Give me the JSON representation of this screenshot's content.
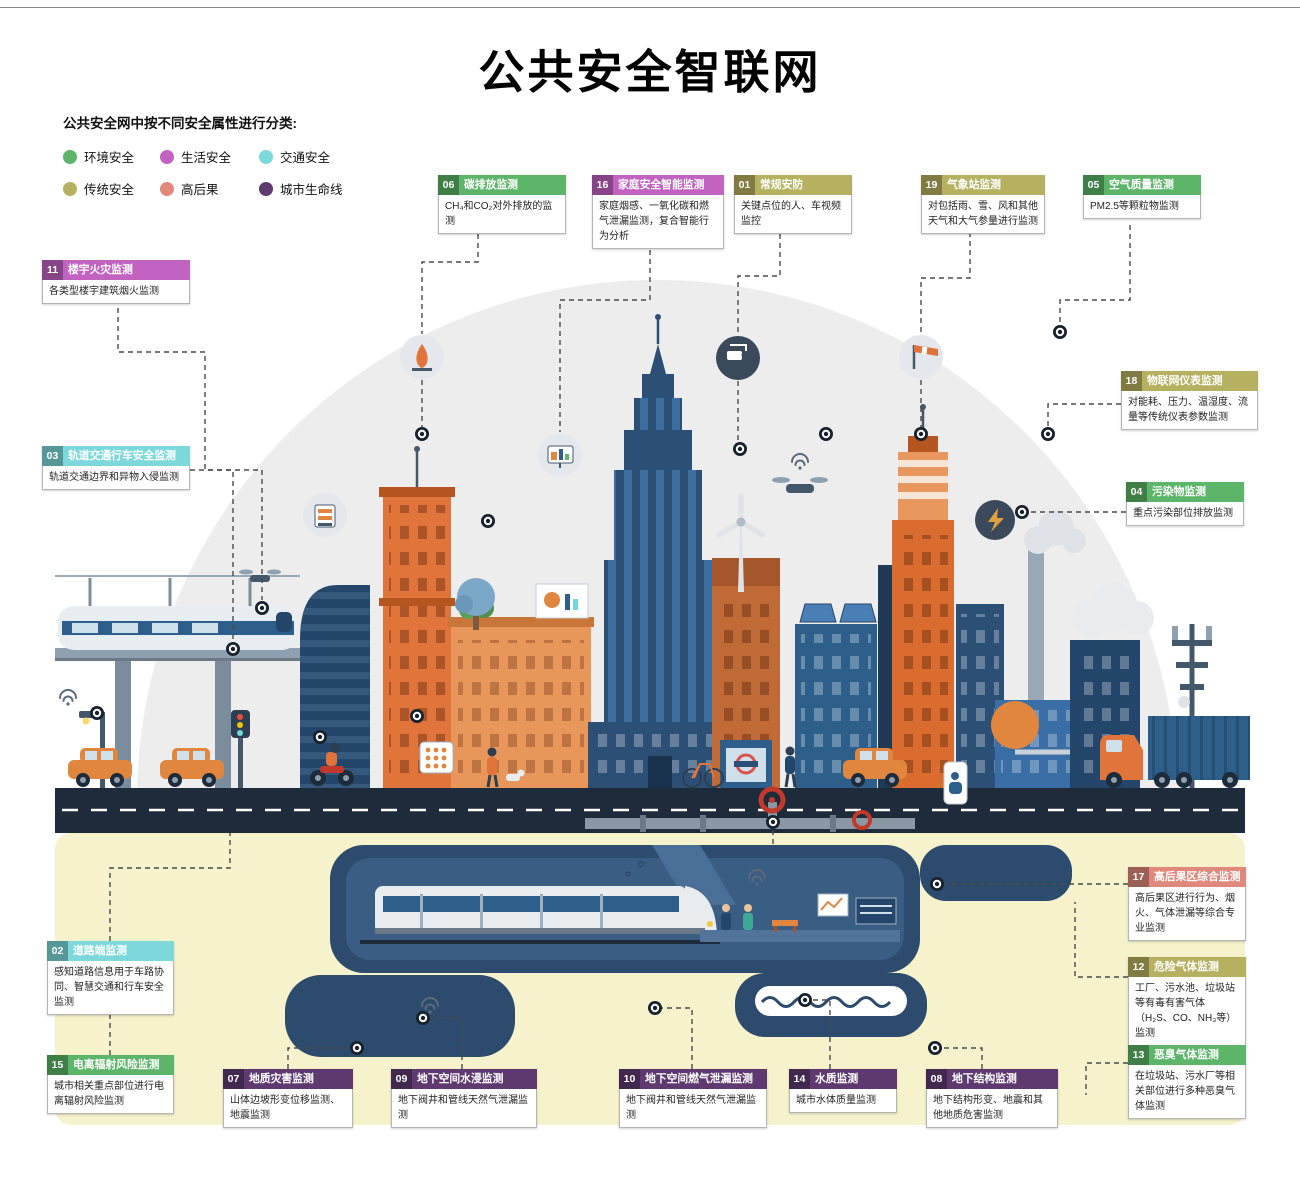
{
  "page": {
    "title": "公共安全智联网",
    "subtitle": "公共安全网中按不同安全属性进行分类:"
  },
  "legend": {
    "items": [
      {
        "label": "环境安全",
        "color": "#5cb568"
      },
      {
        "label": "生活安全",
        "color": "#c263c2"
      },
      {
        "label": "交通安全",
        "color": "#7cd8da"
      },
      {
        "label": "传统安全",
        "color": "#b6b161"
      },
      {
        "label": "高后果",
        "color": "#e0887b"
      },
      {
        "label": "城市生命线",
        "color": "#5e3a70"
      }
    ]
  },
  "callouts": {
    "c01": {
      "num": "01",
      "title": "常规安防",
      "body": "关键点位的人、车视频监控",
      "color": "#b6b161"
    },
    "c02": {
      "num": "02",
      "title": "道路端监测",
      "body": "感知道路信息用于车路协同、智慧交通和行车安全监测",
      "color": "#7cd8da"
    },
    "c03": {
      "num": "03",
      "title": "轨道交通行车安全监测",
      "body": "轨道交通边界和异物入侵监测",
      "color": "#7cd8da"
    },
    "c04": {
      "num": "04",
      "title": "污染物监测",
      "body": "重点污染部位排放监测",
      "color": "#5cb568"
    },
    "c05": {
      "num": "05",
      "title": "空气质量监测",
      "body": "PM2.5等颗粒物监测",
      "color": "#5cb568"
    },
    "c06": {
      "num": "06",
      "title": "碳排放监测",
      "body": "CH₄和CO₂对外排放的监测",
      "color": "#5cb568"
    },
    "c07": {
      "num": "07",
      "title": "地质灾害监测",
      "body": "山体边坡形变位移监测、地震监测",
      "color": "#5e3a70"
    },
    "c08": {
      "num": "08",
      "title": "地下结构监测",
      "body": "地下结构形变、地震和其他地质危害监测",
      "color": "#5e3a70"
    },
    "c09": {
      "num": "09",
      "title": "地下空间水浸监测",
      "body": "地下阀井和管线天然气泄漏监测",
      "color": "#5e3a70"
    },
    "c10": {
      "num": "10",
      "title": "地下空间燃气泄漏监测",
      "body": "地下阀井和管线天然气泄漏监测",
      "color": "#5e3a70"
    },
    "c11": {
      "num": "11",
      "title": "楼宇火灾监测",
      "body": "各类型楼宇建筑烟火监测",
      "color": "#c263c2"
    },
    "c12": {
      "num": "12",
      "title": "危险气体监测",
      "body": "工厂、污水池、垃圾站等有毒有害气体（H₂S、CO、NH₃等）监测",
      "color": "#b6b161"
    },
    "c13": {
      "num": "13",
      "title": "恶臭气体监测",
      "body": "在垃圾站、污水厂等相关部位进行多种恶臭气体监测",
      "color": "#5cb568"
    },
    "c14": {
      "num": "14",
      "title": "水质监测",
      "body": "城市水体质量监测",
      "color": "#5e3a70"
    },
    "c15": {
      "num": "15",
      "title": "电离辐射风险监测",
      "body": "城市相关重点部位进行电离辐射风险监测",
      "color": "#5cb568"
    },
    "c16": {
      "num": "16",
      "title": "家庭安全智能监测",
      "body": "家庭烟感、一氧化碳和燃气泄漏监测，复合智能行为分析",
      "color": "#c263c2"
    },
    "c17": {
      "num": "17",
      "title": "高后果区综合监测",
      "body": "高后果区进行行为、烟火、气体泄漏等综合专业监测",
      "color": "#e0887b"
    },
    "c18": {
      "num": "18",
      "title": "物联网仪表监测",
      "body": "对能耗、压力、温湿度、流量等传统仪表参数监测",
      "color": "#b6b161"
    },
    "c19": {
      "num": "19",
      "title": "气象站监测",
      "body": "对包括雨、雪、风和其他天气和大气参量进行监测",
      "color": "#b6b161"
    }
  }
}
